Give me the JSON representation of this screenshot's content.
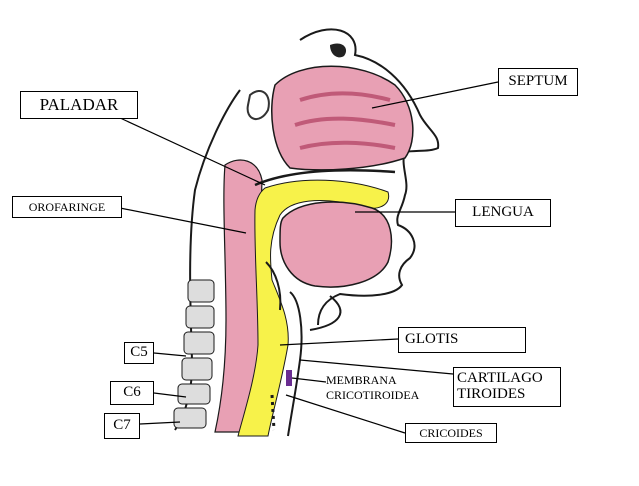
{
  "labels": {
    "septum": "SEPTUM",
    "paladar": "PALADAR",
    "orofaringe": "OROFARINGE",
    "lengua": "LENGUA",
    "glotis": "GLOTIS",
    "c5": "C5",
    "c6": "C6",
    "c7": "C7",
    "membrana_line1": "MEMBRANA",
    "membrana_line2": "CRICOTIROIDEA",
    "cartilago_line1": "CARTILAGO",
    "cartilago_line2": "TIROIDES",
    "cricoides": "CRICOIDES"
  },
  "colors": {
    "soft_tissue_pink": "#e8a0b4",
    "airway_yellow": "#f7f24a",
    "membrane_purple": "#6a2c91",
    "outline": "#1a1a1a"
  }
}
